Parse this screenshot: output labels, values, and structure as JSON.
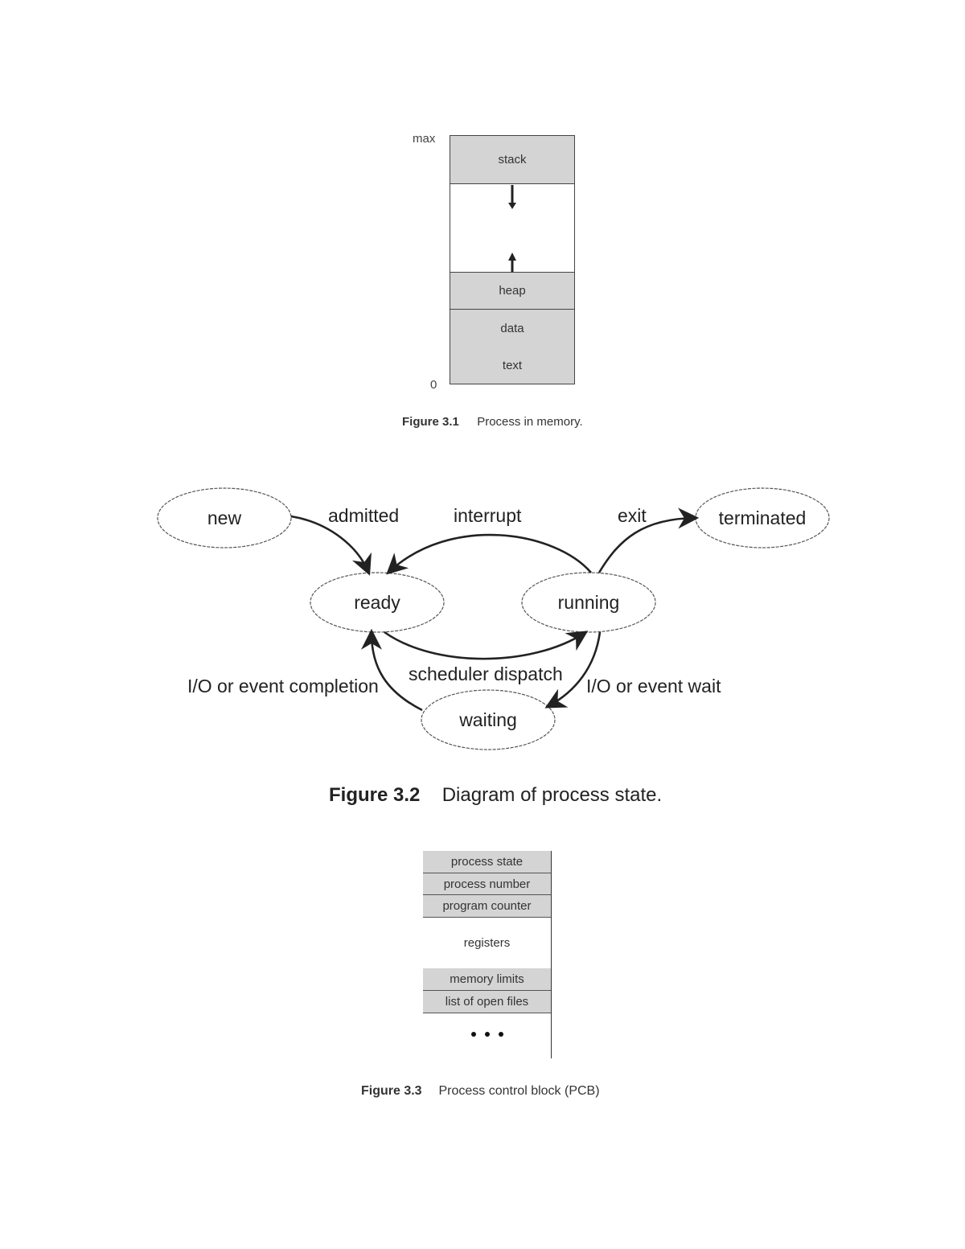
{
  "figure1": {
    "max_label": "max",
    "zero_label": "0",
    "segments": {
      "stack": "stack",
      "heap": "heap",
      "data": "data",
      "text": "text"
    },
    "caption_number": "Figure 3.1",
    "caption_text": "Process in memory."
  },
  "figure2": {
    "states": {
      "new": "new",
      "ready": "ready",
      "running": "running",
      "waiting": "waiting",
      "terminated": "terminated"
    },
    "transitions": {
      "admitted": "admitted",
      "interrupt": "interrupt",
      "exit": "exit",
      "scheduler_dispatch": "scheduler dispatch",
      "io_event_completion": "I/O or event completion",
      "io_event_wait": "I/O or event wait"
    },
    "caption_number": "Figure 3.2",
    "caption_text": "Diagram of process state."
  },
  "figure3": {
    "fields": {
      "process_state": "process state",
      "process_number": "process number",
      "program_counter": "program counter",
      "registers": "registers",
      "memory_limits": "memory limits",
      "open_files": "list of open files"
    },
    "caption_number": "Figure 3.3",
    "caption_text": "Process control block (PCB)"
  }
}
